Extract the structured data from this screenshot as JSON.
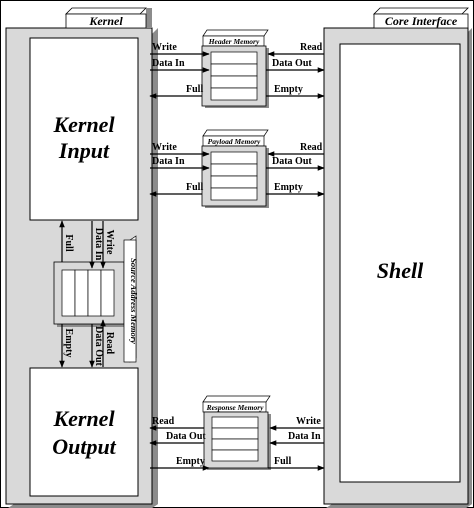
{
  "blocks": {
    "kernel": "Kernel",
    "core_interface": "Core Interface",
    "kernel_input": [
      "Kernel",
      "Input"
    ],
    "kernel_output": [
      "Kernel",
      "Output"
    ],
    "shell": "Shell"
  },
  "memories": {
    "header": "Header Memory",
    "payload": "Payload Memory",
    "response": "Response Memory",
    "source_address": "Source Address Memory"
  },
  "signals": {
    "header": {
      "left": [
        "Write",
        "Data In",
        "Full"
      ],
      "right": [
        "Read",
        "Data Out",
        "Empty"
      ]
    },
    "payload": {
      "left": [
        "Write",
        "Data In",
        "Full"
      ],
      "right": [
        "Read",
        "Data Out",
        "Empty"
      ]
    },
    "response": {
      "left": [
        "Read",
        "Data Out",
        "Empty"
      ],
      "right": [
        "Write",
        "Data In",
        "Full"
      ]
    },
    "source_address": {
      "top": [
        "Full",
        "Data In",
        "Write"
      ],
      "bottom": [
        "Empty",
        "Data Out",
        "Read"
      ]
    }
  },
  "colors": {
    "panel": "#d9d9d9",
    "panel_shadow": "#8c8c8c",
    "stroke": "#000000",
    "fill": "#ffffff"
  }
}
